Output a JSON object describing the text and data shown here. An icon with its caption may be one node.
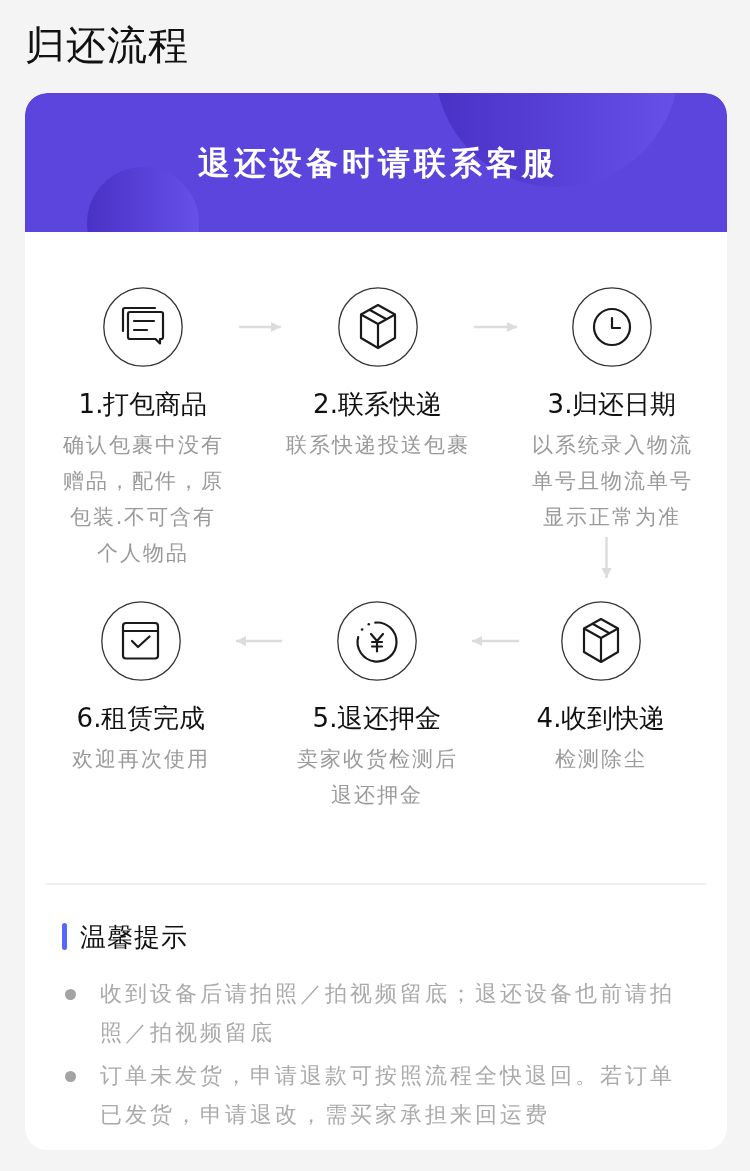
{
  "diagram": {
    "title": "归还流程",
    "nodes": [
      {
        "text": [
          "温馨提示",
          "收到设备后请拍照／拍视频留底；退还设备也前请拍照／拍视频留底",
          "订单未发货，申请退款可按照流程全快退回。若订单已发货，申请退改，需买家承担来回运费"
        ]
      },
      {
        "text": [
          "退还设备时请联系客服"
        ],
        "in": 0
      },
      {
        "text": [
          "1.打包商品",
          "确认包裹中没有赠品，配件，原包装.不可含有个人物品"
        ],
        "in": 0
      },
      {
        "text": [
          "2.联系快递",
          "联系快递投送包裹"
        ],
        "in": 0
      },
      {
        "text": [
          "3.归还日期",
          "以系统录入物流单号且物流单号显示正常为准"
        ],
        "in": 0
      },
      {
        "text": [
          "4.收到快递",
          "检测除尘"
        ],
        "in": 0
      },
      {
        "text": [
          "5.退还押金",
          "卖家收货检测后退还押金"
        ],
        "in": 0
      },
      {
        "text": [
          "6.租赁完成",
          "欢迎再次使用"
        ],
        "in": 0
      }
    ],
    "edges": [
      {
        "from": 2,
        "to": 3,
        "arrow": "to"
      },
      {
        "from": 3,
        "to": 4,
        "arrow": "to"
      },
      {
        "from": 4,
        "to": 5,
        "arrow": "to"
      },
      {
        "from": 5,
        "to": 6,
        "arrow": "to"
      },
      {
        "from": 6,
        "to": 7,
        "arrow": "to"
      }
    ]
  }
}
